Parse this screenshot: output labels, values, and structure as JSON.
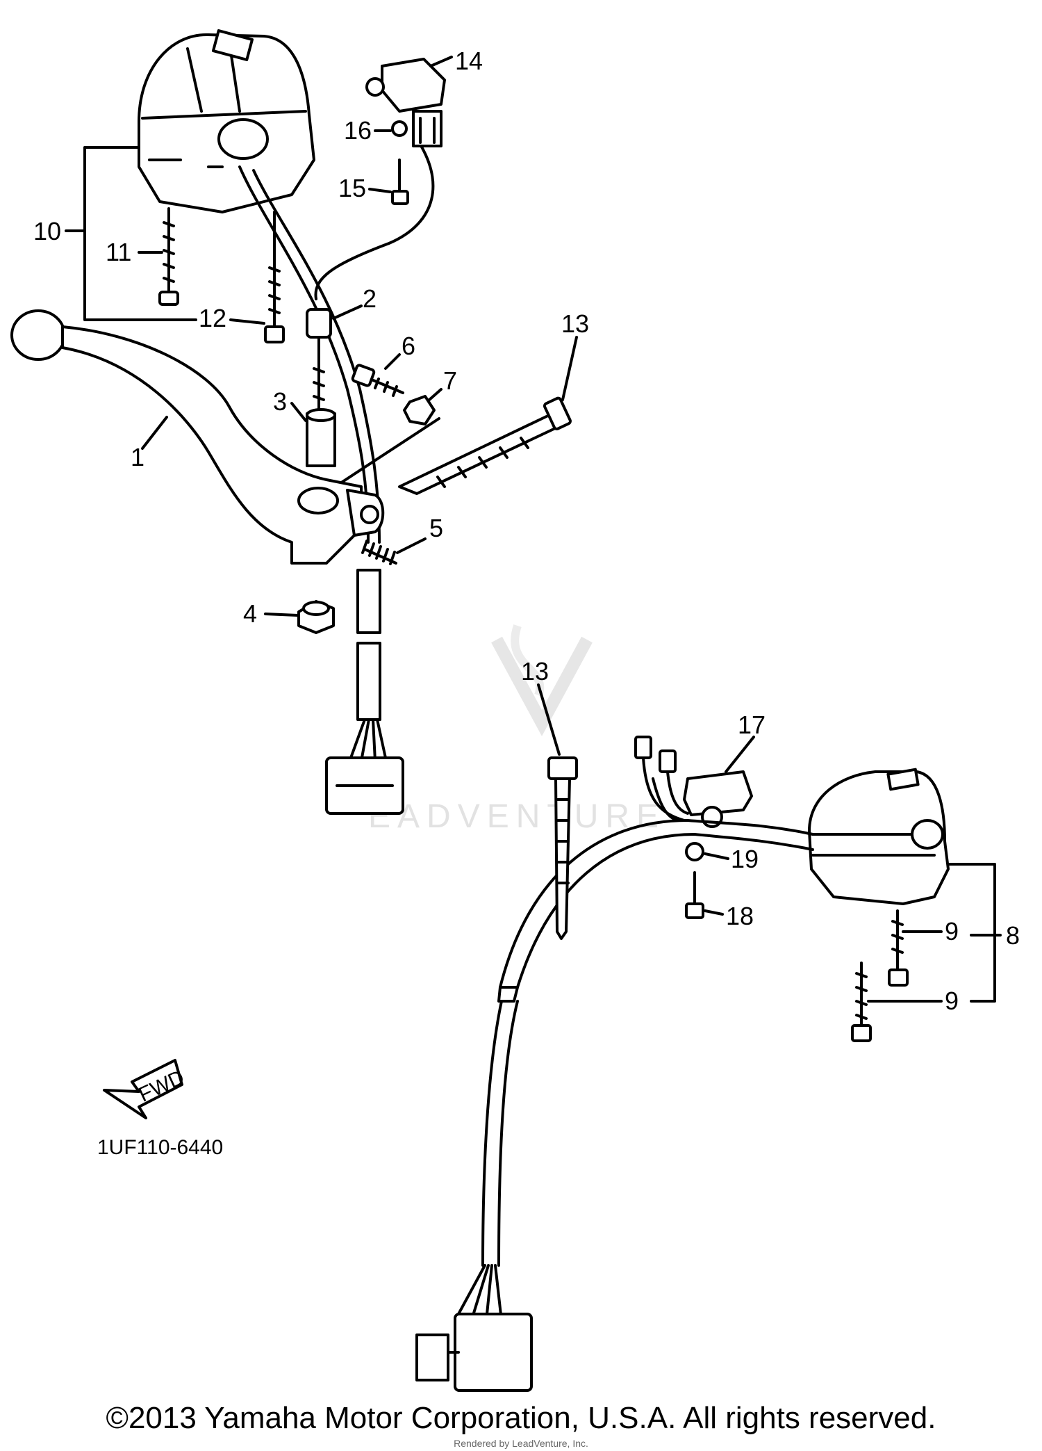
{
  "callouts": [
    "14",
    "16",
    "15",
    "10",
    "11",
    "12",
    "2",
    "6",
    "7",
    "13",
    "3",
    "1",
    "5",
    "4",
    "13",
    "17",
    "19",
    "18",
    "9",
    "8",
    "9"
  ],
  "watermark": "EADVENTURE",
  "fwd_label": "FWD",
  "diagram_ref": "1UF110-6440",
  "copyright": "©2013 Yamaha Motor Corporation, U.S.A. All rights reserved.",
  "render_credit": "Rendered by LeadVenture, Inc."
}
